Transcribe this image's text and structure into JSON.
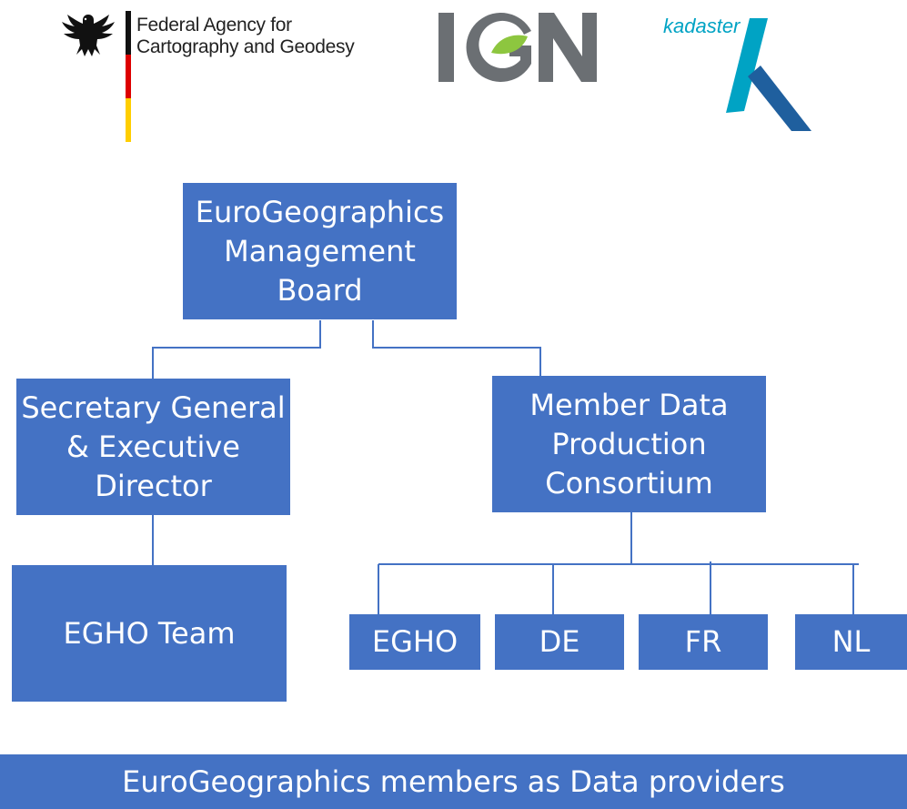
{
  "logos": {
    "bkg": {
      "line1": "Federal Agency for",
      "line2": "Cartography and Geodesy"
    },
    "ign": {
      "letters": "IGN"
    },
    "kadaster": {
      "wordmark": "kadaster"
    }
  },
  "diagram": {
    "board": "EuroGeographics\nManagement\nBoard",
    "secretary": "Secretary General\n& Executive\nDirector",
    "consortium": "Member Data\nProduction\nConsortium",
    "team": "EGHO Team",
    "members": [
      "EGHO",
      "DE",
      "FR",
      "NL"
    ],
    "footer": "EuroGeographics members as Data providers"
  },
  "colors": {
    "box_fill": "#4472c4",
    "box_text": "#ffffff",
    "connector": "#4472c4",
    "ign_grey": "#6b6f73",
    "ign_green": "#8dc63f",
    "kadaster_light": "#00a3c4",
    "kadaster_dark": "#1f5f9e"
  }
}
